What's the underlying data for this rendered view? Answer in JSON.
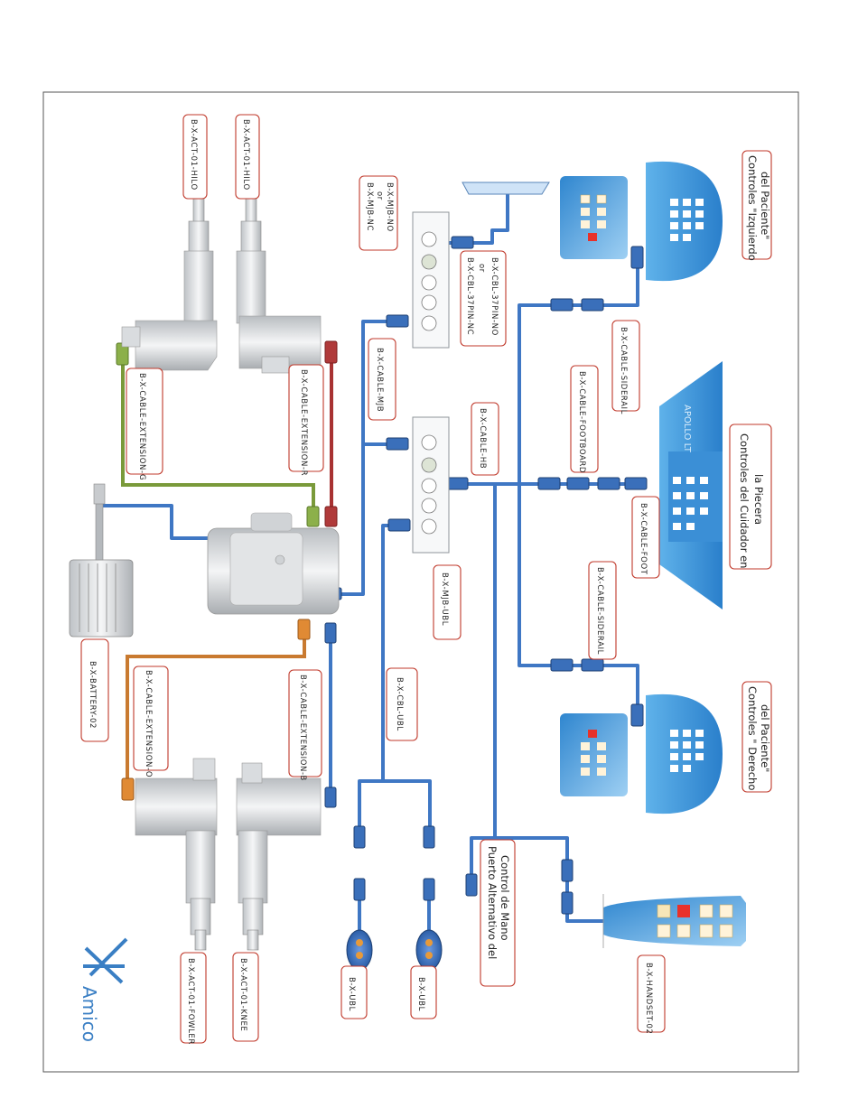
{
  "labels": {
    "act_hilo_1": "B-X-ACT-01-HILO",
    "act_hilo_2": "B-X-ACT-01-HILO",
    "mjb_nc": "B-X-MJB-NC",
    "mjb_or": "or",
    "mjb_no": "B-X-MJB-NO",
    "cbl37_nc": "B-X-CBL-37PIN-NC",
    "cbl37_or": "or",
    "cbl37_no": "B-X-CBL-37PIN-NO",
    "cable_ext_g": "B-X-CABLE-EXTENSION-G",
    "cable_ext_r": "B-X-CABLE-EXTENSION-R",
    "cable_mjb": "B-X-CABLE-MJB",
    "cable_hb": "B-X-CABLE-HB",
    "cable_siderail_top": "B-X-CABLE-SIDERAIL",
    "cable_footboard": "B-X-CABLE-FOOTBOARD",
    "cable_foot": "B-X-CABLE-FOOT",
    "cable_siderail_bottom": "B-X-CABLE-SIDERAIL",
    "mjb_ubl": "B-X-MJB-UBL",
    "battery": "B-X-BATTERY-02",
    "cable_ext_o": "B-X-CABLE-EXTENSION-O",
    "cable_ext_b": "B-X-CABLE-EXTENSION-B",
    "cbl_ubl": "B-X-CBL-UBL",
    "act_fowler": "B-X-ACT-01-FOWLER",
    "act_knee": "B-X-ACT-01-KNEE",
    "ubl_1": "B-X-UBL",
    "ubl_2": "B-X-UBL",
    "puerto_1": "Puerto Alternativo del",
    "puerto_2": "Control de Mano",
    "handset": "B-X-HANDSET-02",
    "ctrl_izq_1": "Controles \"Izquierdo",
    "ctrl_izq_2": "del Paciente\"",
    "ctrl_cuid_1": "Controles del Cuidador en",
    "ctrl_cuid_2": "la Piecera",
    "ctrl_der_1": "Controles \" Derecho",
    "ctrl_der_2": "del Paciente\"",
    "apollo": "APOLLO LT",
    "brand_small": "Amico",
    "logo": "Amico"
  },
  "colors": {
    "cable_blue": "#3f77c4",
    "cable_green": "#7a9a3a",
    "cable_red": "#a83232",
    "cable_orange": "#c97a30",
    "callout_border": "#c0392b",
    "panel_blue": "#4aa3e0",
    "logo_blue": "#3a7fc4"
  },
  "icons": [
    "actuator-icon",
    "junction-box-icon",
    "control-box-icon",
    "battery-icon",
    "siderail-panel-icon",
    "footboard-panel-icon",
    "handset-icon",
    "ubl-light-icon",
    "amico-logo-icon",
    "light-bar-icon"
  ]
}
